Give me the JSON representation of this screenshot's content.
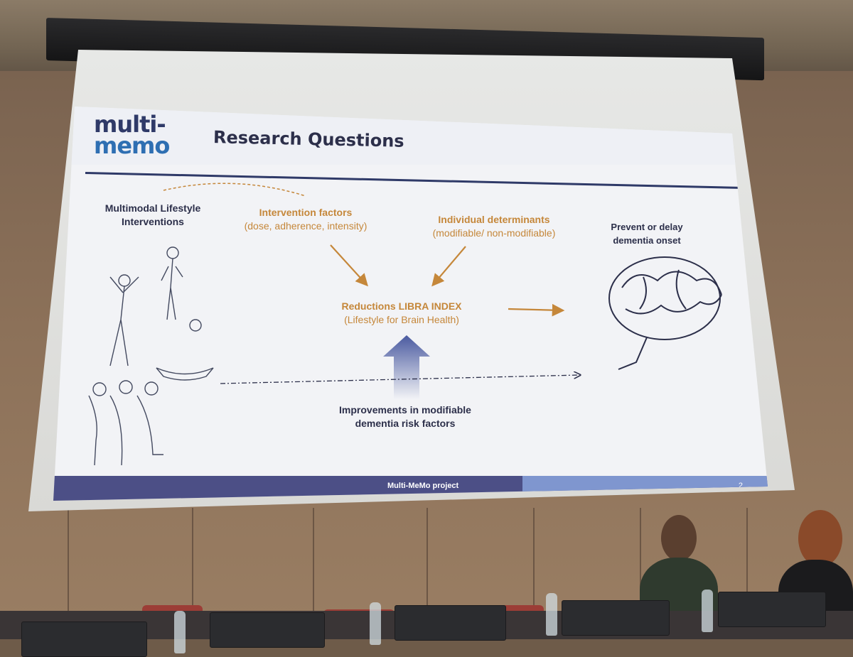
{
  "slide": {
    "logo_line1": "multi-",
    "logo_line2": "memo",
    "title": "Research Questions",
    "left_label": "Multimodal Lifestyle Interventions",
    "intervention_factors": "Intervention factors",
    "intervention_factors_sub": "(dose, adherence, intensity)",
    "individual_determinants": "Individual determinants",
    "individual_determinants_sub": "(modifiable/ non-modifiable)",
    "outcome": "Prevent or delay dementia onset",
    "reductions": "Reductions LIBRA INDEX",
    "reductions_sub": "(Lifestyle for Brain Health)",
    "improvements": "Improvements in modifiable dementia risk factors",
    "footer": "Multi-MeMo project",
    "page_number": "2"
  },
  "colors": {
    "navy": "#2c2f4a",
    "gold": "#c5873a",
    "logo_blue": "#2e6fb2",
    "footer_band": "#4c4f86",
    "arrow_blue": "#4a5aa0"
  },
  "icons": [
    "figures-sketch",
    "brain-icon",
    "upward-arrow"
  ]
}
